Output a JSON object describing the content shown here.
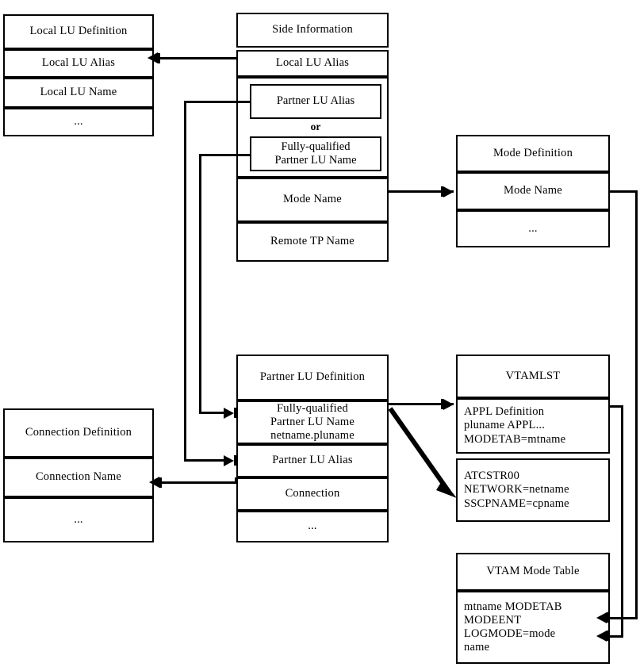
{
  "diagram": {
    "title": "SNA / APPC configuration relationship diagram",
    "line_color": "#000000",
    "background": "#ffffff"
  },
  "boxes": {
    "local_lu_definition": {
      "title": "Local LU Definition",
      "rows": [
        "Local LU Alias",
        "Local LU Name",
        "..."
      ]
    },
    "side_information": {
      "title": "Side Information",
      "rows": [
        "Local LU Alias",
        "Mode Name",
        "Remote TP Name"
      ],
      "alt_group": {
        "option_a": "Partner LU Alias",
        "separator": "or",
        "option_b": "Fully-qualified\nPartner LU Name"
      }
    },
    "mode_definition": {
      "title": "Mode Definition",
      "rows": [
        "Mode Name",
        "..."
      ]
    },
    "partner_lu_definition": {
      "title": "Partner LU Definition",
      "rows": [
        "Fully-qualified\nPartner LU Name\nnetname.pluname",
        "Partner LU Alias",
        "Connection",
        "..."
      ]
    },
    "vtamlst": {
      "title": "VTAMLST",
      "rows": [
        "APPL Definition\n   pluname APPL...\n      MODETAB=mtname",
        "ATCSTR00\n   NETWORK=netname\n   SSCPNAME=cpname"
      ]
    },
    "vtam_mode_table": {
      "title": "VTAM Mode Table",
      "rows": [
        "mtname MODETAB\n   MODEENT\n      LOGMODE=mode\n                 name"
      ]
    },
    "connection_definition": {
      "title": "Connection Definition",
      "rows": [
        "Connection Name",
        "..."
      ]
    }
  },
  "connectors": [
    {
      "name": "side-local-lu-alias-to-local-lu-definition",
      "from": "side_information.Local LU Alias",
      "to": "local_lu_definition.Local LU Alias",
      "arrow": "left"
    },
    {
      "name": "side-partner-lu-alias-to-partner-lu-alias",
      "from": "side_information.Partner LU Alias",
      "to": "partner_lu_definition.Partner LU Alias",
      "arrow": "right"
    },
    {
      "name": "side-fq-partner-lu-name-to-fq-partner-lu-name",
      "from": "side_information.Fully-qualified Partner LU Name",
      "to": "partner_lu_definition.Fully-qualified Partner LU Name",
      "arrow": "right"
    },
    {
      "name": "side-mode-name-to-mode-definition",
      "from": "side_information.Mode Name",
      "to": "mode_definition.Mode Name",
      "arrow": "right"
    },
    {
      "name": "partner-fq-name-to-appl-definition",
      "from": "partner_lu_definition.Fully-qualified Partner LU Name",
      "to": "vtamlst.APPL Definition",
      "arrow": "right"
    },
    {
      "name": "partner-fq-name-to-atcstr00",
      "from": "partner_lu_definition.Fully-qualified Partner LU Name",
      "to": "vtamlst.ATCSTR00",
      "arrow": "diagonal-thick"
    },
    {
      "name": "partner-connection-to-connection-name",
      "from": "partner_lu_definition.Connection",
      "to": "connection_definition.Connection Name",
      "arrow": "left"
    },
    {
      "name": "mode-definition-to-vtam-mode-table",
      "from": "mode_definition.Mode Name",
      "to": "vtam_mode_table.entry",
      "arrow": "left"
    },
    {
      "name": "appl-definition-to-vtam-mode-table",
      "from": "vtamlst.APPL Definition",
      "to": "vtam_mode_table.entry",
      "arrow": "left"
    }
  ]
}
